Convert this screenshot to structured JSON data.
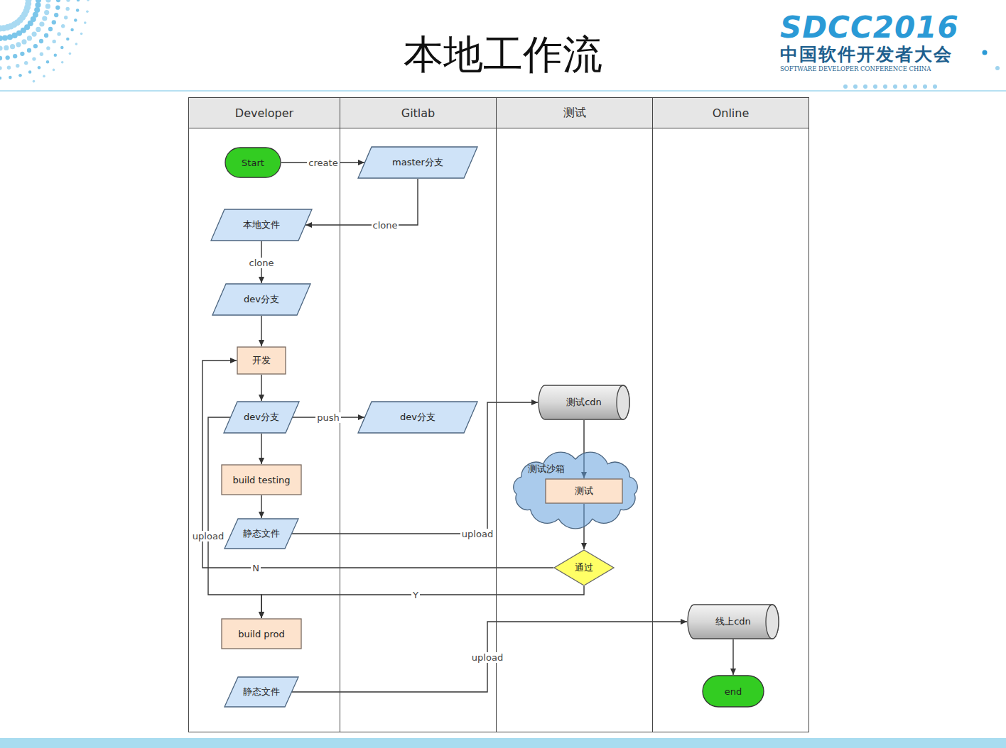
{
  "diagram": {
    "title": "本地工作流",
    "nodes": [
      {
        "text": [
          "Developer"
        ]
      },
      {
        "text": [
          "Gitlab"
        ]
      },
      {
        "text": [
          "测试"
        ]
      },
      {
        "text": [
          "Online"
        ]
      },
      {
        "text": [
          "Start"
        ],
        "in": 0
      },
      {
        "text": [
          "master分支"
        ],
        "in": 1
      },
      {
        "text": [
          "本地文件"
        ],
        "in": 0
      },
      {
        "text": [
          "dev分支"
        ],
        "in": 0
      },
      {
        "text": [
          "开发"
        ],
        "in": 0
      },
      {
        "text": [
          "dev分支"
        ],
        "in": 0
      },
      {
        "text": [
          "dev分支"
        ],
        "in": 1
      },
      {
        "text": [
          "测试cdn"
        ],
        "in": 2
      },
      {
        "text": [
          "测试沙箱"
        ],
        "in": 2
      },
      {
        "text": [
          "测试"
        ],
        "in": 12
      },
      {
        "text": [
          "build testing"
        ],
        "in": 0
      },
      {
        "text": [
          "静态文件"
        ],
        "in": 0
      },
      {
        "text": [
          "通过"
        ],
        "in": 2
      },
      {
        "text": [
          "build prod"
        ],
        "in": 0
      },
      {
        "text": [
          "静态文件"
        ],
        "in": 0
      },
      {
        "text": [
          "线上cdn"
        ],
        "in": 3
      },
      {
        "text": [
          "end"
        ],
        "in": 3
      }
    ],
    "edges": [
      {
        "from": 4,
        "to": 5,
        "label": "create",
        "arrow": "to"
      },
      {
        "from": 5,
        "to": 6,
        "label": "clone",
        "arrow": "to"
      },
      {
        "from": 6,
        "to": 7,
        "label": "clone",
        "arrow": "to"
      },
      {
        "from": 7,
        "to": 8,
        "arrow": "to"
      },
      {
        "from": 8,
        "to": 9,
        "arrow": "to"
      },
      {
        "from": 9,
        "to": 10,
        "label": "push",
        "arrow": "to"
      },
      {
        "from": 9,
        "to": 14,
        "arrow": "to"
      },
      {
        "from": 14,
        "to": 15,
        "arrow": "to"
      },
      {
        "from": 15,
        "to": 11,
        "label": "upload",
        "arrow": "to"
      },
      {
        "from": 11,
        "to": 13,
        "arrow": "to"
      },
      {
        "from": 13,
        "to": 16,
        "arrow": "to"
      },
      {
        "from": 16,
        "to": 8,
        "label": "N",
        "arrow": "to"
      },
      {
        "from": 16,
        "to": 17,
        "label": "Y",
        "arrow": "to"
      },
      {
        "from": 9,
        "to": 17,
        "label": "upload",
        "arrow": "to"
      },
      {
        "from": 18,
        "to": 19,
        "label": "upload",
        "arrow": "to"
      },
      {
        "from": 19,
        "to": 20,
        "arrow": "to"
      }
    ],
    "labels": [
      "SDCC2016",
      "中国软件开发者大会",
      "SOFTWARE DEVELOPER CONFERENCE CHINA"
    ]
  }
}
